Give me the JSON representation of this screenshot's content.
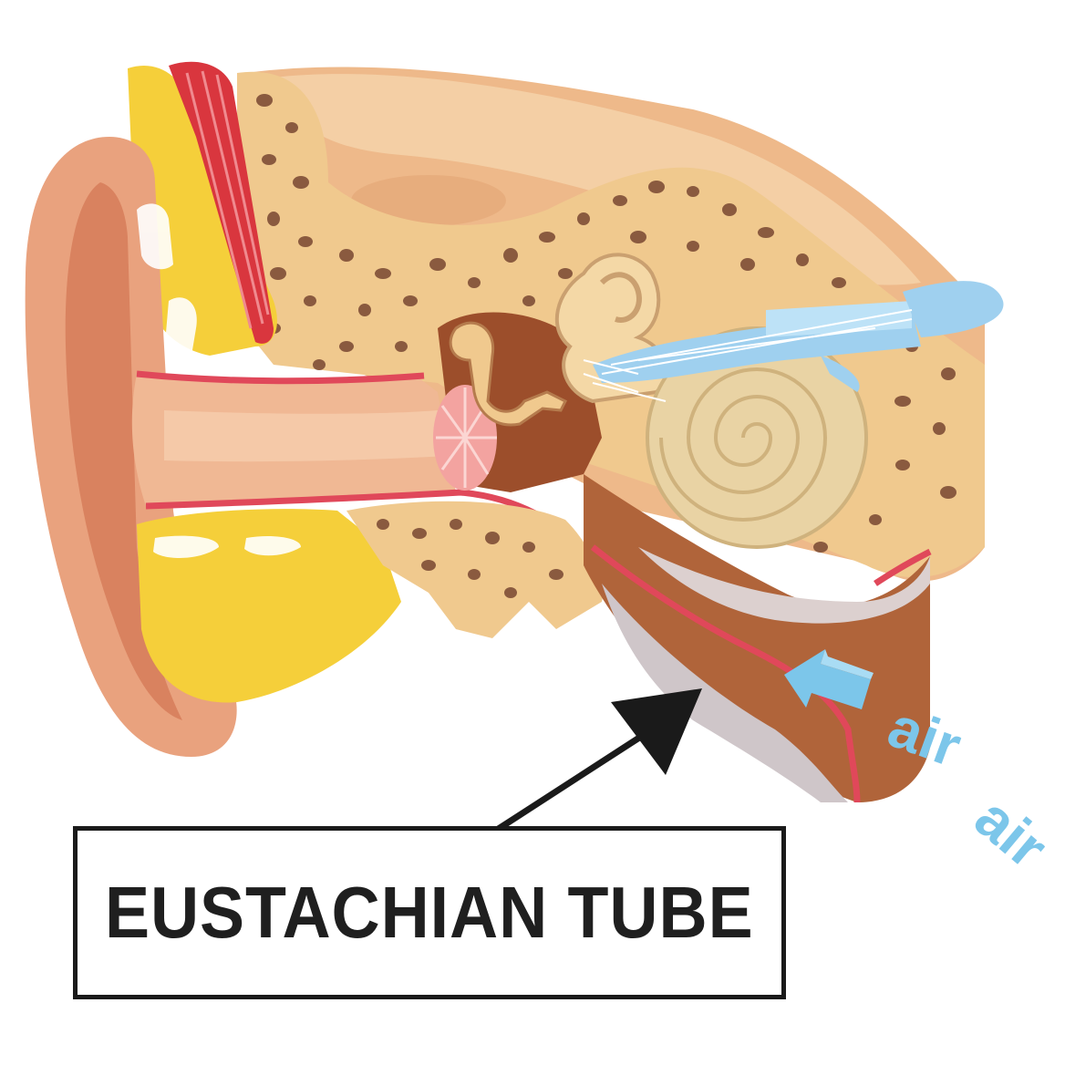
{
  "label": {
    "text": "EUSTACHIAN TUBE"
  },
  "airflow": {
    "words": [
      "air",
      "air"
    ]
  },
  "colors": {
    "pinna": "#e9a27e",
    "pinna_dark": "#d9825f",
    "canal": "#f0b894",
    "bone": "#f0c98e",
    "bone_pore": "#8a5a3f",
    "fat": "#f5cf3a",
    "muscle": "#d9363e",
    "tissue_red": "#e0485a",
    "cochlea": "#e9d3a4",
    "nerve": "#9fd0ef",
    "tube_brown": "#b0643a",
    "arrow": "#1a1a1a",
    "air": "#7cc6ea"
  },
  "icons": {
    "pointer": "arrow-up-right-icon",
    "airflow": "arrow-left-icon"
  }
}
